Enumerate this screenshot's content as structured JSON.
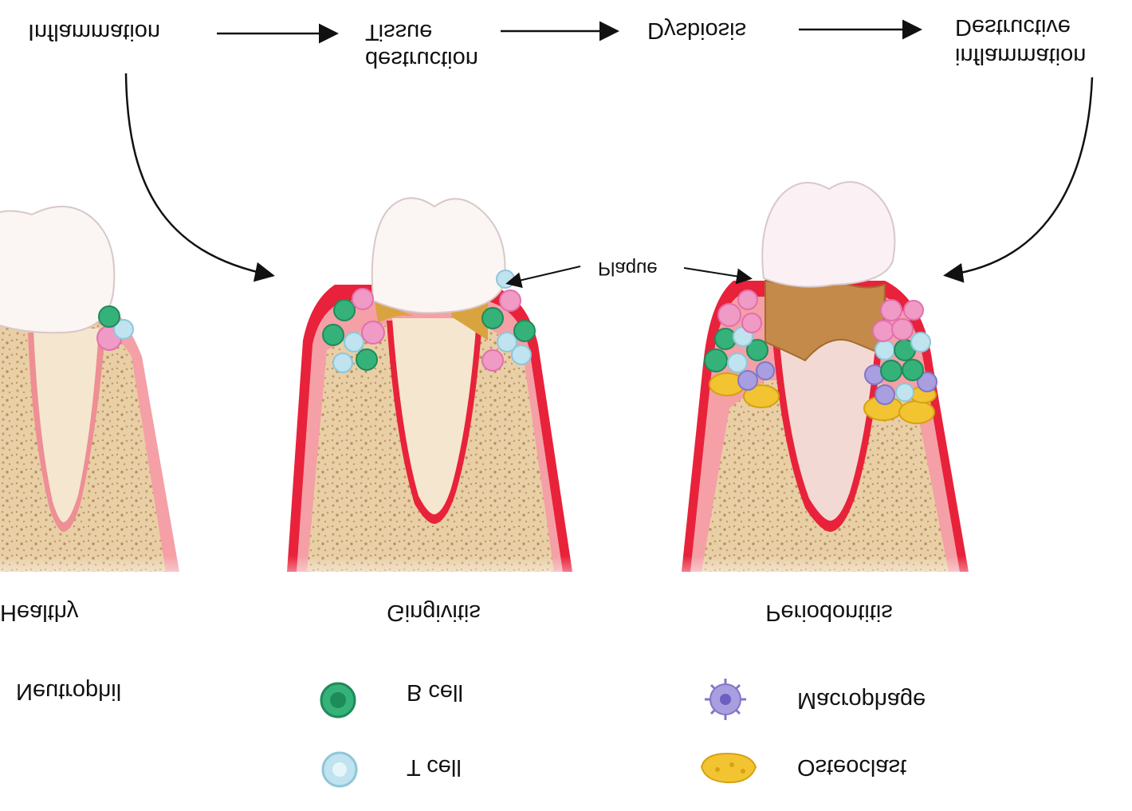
{
  "legend": {
    "neutrophil": "Neutrophil",
    "t_cell": "T cell",
    "b_cell": "B cell",
    "osteoclast": "Osteoclast",
    "macrophage": "Macrophage"
  },
  "stages": {
    "healthy": "Healthy",
    "gingivitis": "Gingivitis",
    "periodontitis": "Periodontitis"
  },
  "plaque_label": "Plaque",
  "flow": {
    "inflammation": "Inflammation",
    "tissue_destruction_line1": "Tissue",
    "tissue_destruction_line2": "destruction",
    "dysbiosis": "Dysbiosis",
    "destructive_line1": "Destructive",
    "destructive_line2": "inflammation"
  },
  "colors": {
    "gum": "#f27d86",
    "gum_inflamed": "#e8223a",
    "bone": "#e6c9a0",
    "tooth": "#f5e6cf",
    "crown": "#fbf1f3",
    "plaque": "#d9a340",
    "t_cell": "#bfe3ef",
    "b_cell": "#35b27a",
    "neutrophil": "#f09ac6",
    "osteoclast": "#f3c431",
    "macrophage": "#a89ee0"
  }
}
